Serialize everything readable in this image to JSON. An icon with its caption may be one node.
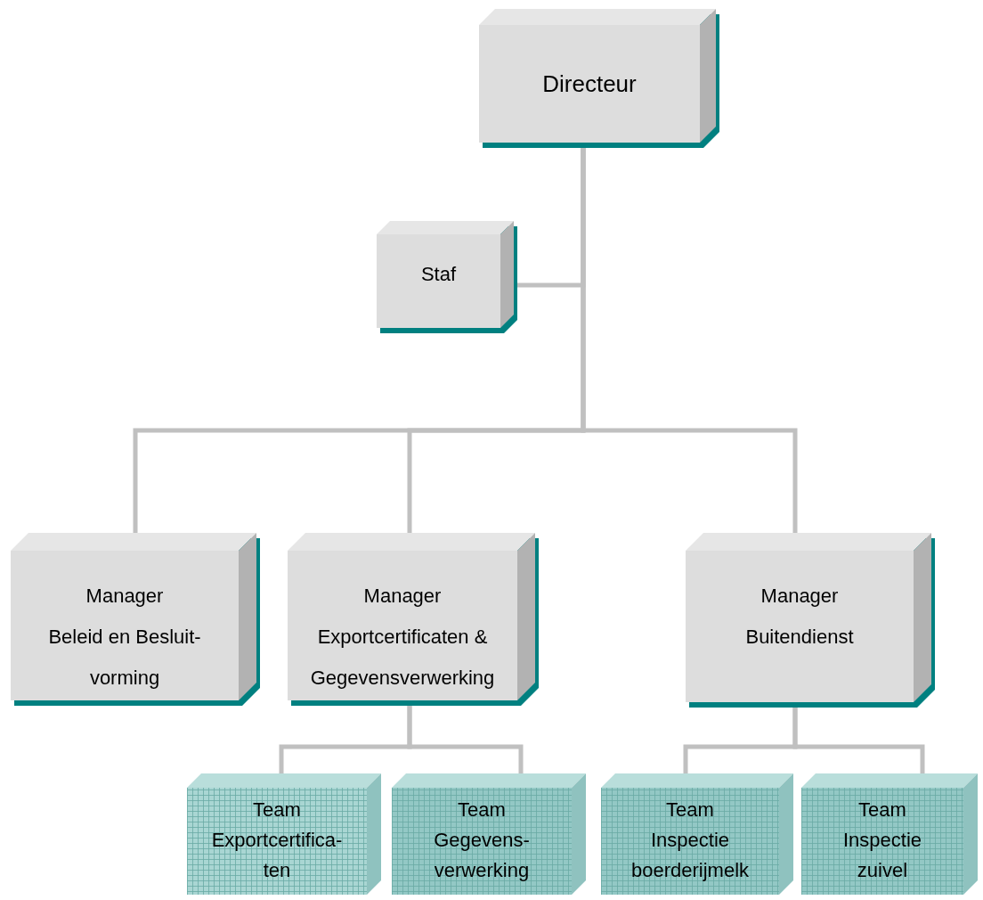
{
  "diagram": {
    "nodes": [
      {
        "text": [
          "Directeur"
        ]
      },
      {
        "text": [
          "Staf"
        ]
      },
      {
        "text": [
          "Manager",
          "Beleid en Besluit- vorming"
        ]
      },
      {
        "text": [
          "Manager",
          "Exportcertificaten & Gegevensverwerking"
        ]
      },
      {
        "text": [
          "Manager",
          "Buitendienst"
        ]
      },
      {
        "text": [
          "Team Exportcertifica- ten"
        ]
      },
      {
        "text": [
          "Team Gegevens- verwerking"
        ]
      },
      {
        "text": [
          "Team Inspectie boerderijmelk"
        ]
      },
      {
        "text": [
          "Team Inspectie zuivel"
        ]
      }
    ],
    "edges": [
      {
        "from": 0,
        "to": 1,
        "arrow": "none"
      },
      {
        "from": 0,
        "to": 2,
        "arrow": "none"
      },
      {
        "from": 0,
        "to": 3,
        "arrow": "none"
      },
      {
        "from": 0,
        "to": 4,
        "arrow": "none"
      },
      {
        "from": 3,
        "to": 5,
        "arrow": "none"
      },
      {
        "from": 3,
        "to": 6,
        "arrow": "none"
      },
      {
        "from": 4,
        "to": 7,
        "arrow": "none"
      },
      {
        "from": 4,
        "to": 8,
        "arrow": "none"
      }
    ]
  }
}
